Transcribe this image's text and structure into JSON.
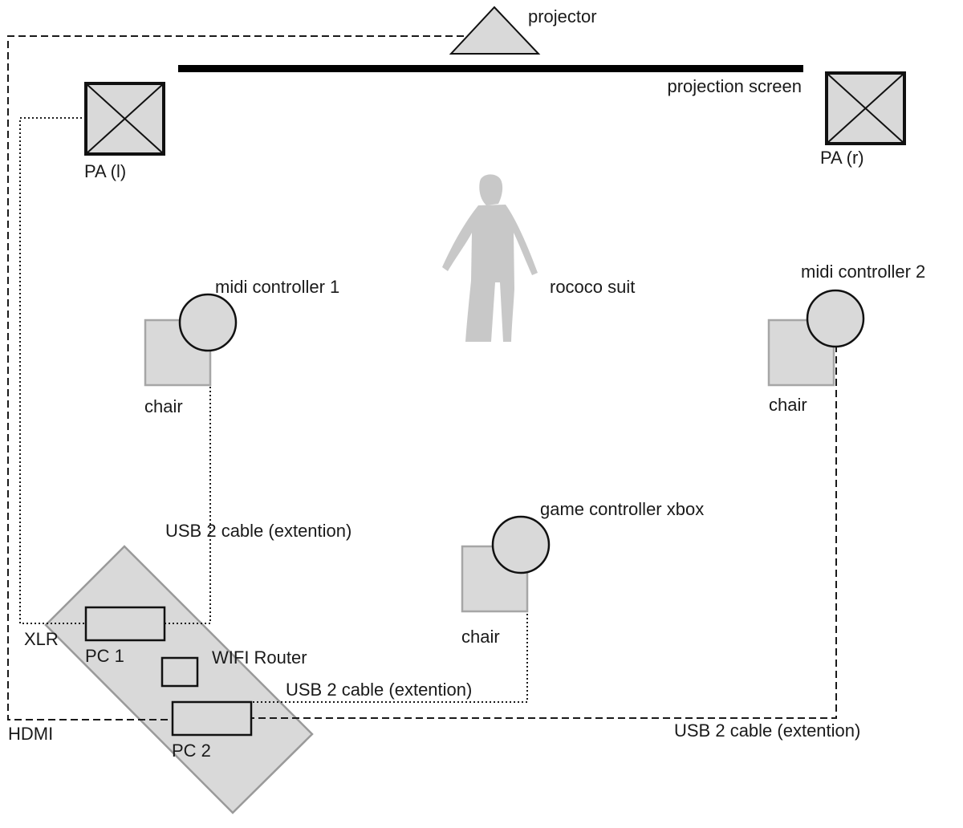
{
  "diagram": {
    "colors": {
      "equipment_fill": "#d9d9d9",
      "outline": "#111111",
      "chair_outline": "#a6a6a6",
      "desk_outline": "#9a9a9a",
      "figure": "#c8c8c8"
    },
    "labels": {
      "projector": "projector",
      "projection_screen": "projection screen",
      "pa_left": "PA (l)",
      "pa_right": "PA (r)",
      "midi_controller_1": "midi controller 1",
      "midi_controller_2": "midi controller 2",
      "rococo_suit": "rococo suit",
      "chair_1": "chair",
      "chair_2": "chair",
      "chair_3": "chair",
      "game_controller": "game controller xbox",
      "usb_cable_1": "USB 2 cable (extention)",
      "usb_cable_2": "USB 2 cable (extention)",
      "usb_cable_3": "USB 2 cable (extention)",
      "xlr": "XLR",
      "hdmi": "HDMI",
      "pc1": "PC 1",
      "pc2": "PC 2",
      "wifi_router": "WIFI Router"
    },
    "icons": {
      "projector": "triangle-projector-icon",
      "speaker": "speaker-box-icon",
      "person": "person-silhouette-icon"
    }
  }
}
